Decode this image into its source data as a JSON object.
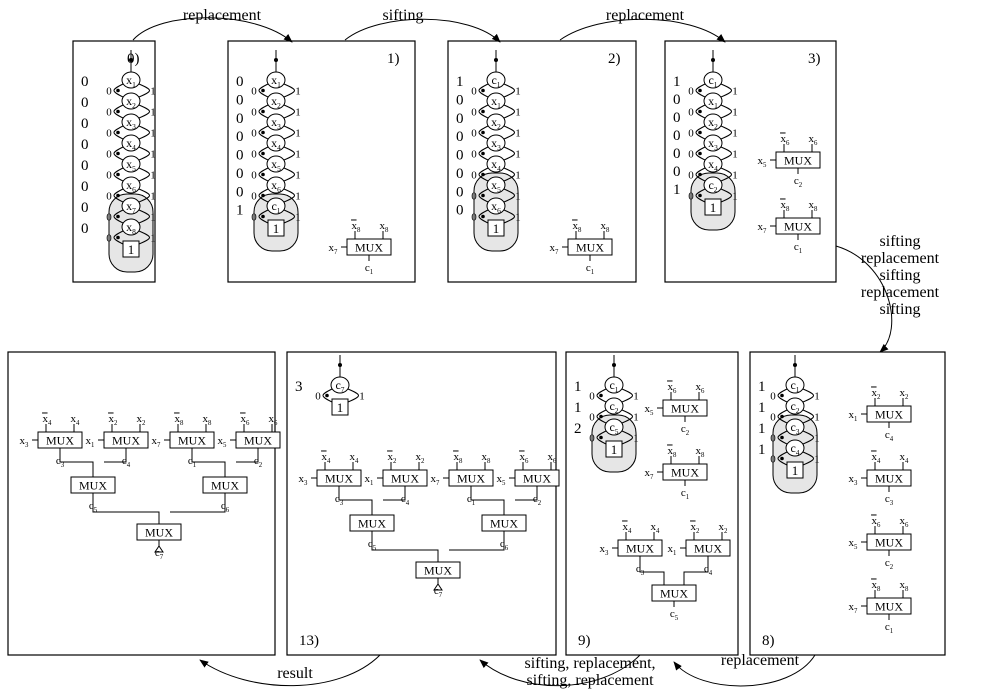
{
  "arrows": [
    {
      "label": "replacement"
    },
    {
      "label": "sifting"
    },
    {
      "label": "replacement"
    },
    {
      "label_lines": [
        "sifting",
        "replacement",
        "sifting",
        "replacement",
        "sifting"
      ]
    },
    {
      "label": "replacement"
    },
    {
      "label_lines": [
        "sifting, replacement,",
        "sifting, replacement"
      ]
    },
    {
      "label": "result"
    }
  ],
  "panels": [
    {
      "id": "0)",
      "levels": [
        "0",
        "0",
        "0",
        "0",
        "0",
        "0",
        "0",
        "0"
      ],
      "nodes": [
        "x1",
        "x2",
        "x3",
        "x4",
        "x5",
        "x6",
        "x7",
        "x8"
      ],
      "grouped": [
        6,
        7
      ],
      "muxes": []
    },
    {
      "id": "1)",
      "levels": [
        "0",
        "0",
        "0",
        "0",
        "0",
        "0",
        "0",
        "1"
      ],
      "nodes": [
        "x1",
        "x2",
        "x3",
        "x4",
        "x5",
        "x6",
        "c1"
      ],
      "grouped": [
        6
      ],
      "muxes": [
        {
          "a": "x̄8",
          "b": "x8",
          "sel": "x7",
          "out": "c1"
        }
      ]
    },
    {
      "id": "2)",
      "levels": [
        "1",
        "0",
        "0",
        "0",
        "0",
        "0",
        "0",
        "0"
      ],
      "nodes": [
        "c1",
        "x1",
        "x2",
        "x3",
        "x4",
        "x5",
        "x6"
      ],
      "grouped": [
        5,
        6
      ],
      "muxes": [
        {
          "a": "x̄8",
          "b": "x8",
          "sel": "x7",
          "out": "c1"
        }
      ]
    },
    {
      "id": "3)",
      "levels": [
        "1",
        "0",
        "0",
        "0",
        "0",
        "0",
        "1"
      ],
      "nodes": [
        "c1",
        "x1",
        "x2",
        "x3",
        "x4",
        "c2"
      ],
      "grouped": [
        5
      ],
      "muxes": [
        {
          "a": "x̄6",
          "b": "x6",
          "sel": "x5",
          "out": "c2"
        },
        {
          "a": "x̄8",
          "b": "x8",
          "sel": "x7",
          "out": "c1"
        }
      ]
    },
    {
      "id": "8)",
      "levels": [
        "1",
        "1",
        "1",
        "1"
      ],
      "nodes": [
        "c1",
        "c2",
        "c3",
        "c4"
      ],
      "grouped": [
        2,
        3
      ],
      "muxes": [
        {
          "a": "x̄2",
          "b": "x2",
          "sel": "x1",
          "out": "c4"
        },
        {
          "a": "x̄4",
          "b": "x4",
          "sel": "x3",
          "out": "c3"
        },
        {
          "a": "x̄6",
          "b": "x6",
          "sel": "x5",
          "out": "c2"
        },
        {
          "a": "x̄8",
          "b": "x8",
          "sel": "x7",
          "out": "c1"
        }
      ]
    },
    {
      "id": "9)",
      "levels": [
        "1",
        "1",
        "2"
      ],
      "nodes": [
        "c1",
        "c2",
        "c5"
      ],
      "grouped": [
        2
      ],
      "muxes": [
        {
          "a": "x̄6",
          "b": "x6",
          "sel": "x5",
          "out": "c2"
        },
        {
          "a": "x̄8",
          "b": "x8",
          "sel": "x7",
          "out": "c1"
        },
        {
          "a": "x̄4",
          "b": "x4",
          "sel": "x3",
          "out": "c3"
        },
        {
          "a": "x̄2",
          "b": "x2",
          "sel": "x1",
          "out": "c4"
        },
        {
          "out": "c5"
        }
      ]
    },
    {
      "id": "13)",
      "levels": [
        "3"
      ],
      "nodes": [
        "c7"
      ],
      "grouped": [],
      "muxes": [
        {
          "a": "x̄4",
          "b": "x4",
          "sel": "x3",
          "out": "c3"
        },
        {
          "a": "x̄2",
          "b": "x2",
          "sel": "x1",
          "out": "c4"
        },
        {
          "a": "x̄8",
          "b": "x8",
          "sel": "x7",
          "out": "c1"
        },
        {
          "a": "x̄6",
          "b": "x6",
          "sel": "x5",
          "out": "c2"
        },
        {
          "out": "c5"
        },
        {
          "out": "c6"
        },
        {
          "out": "c7"
        }
      ]
    },
    {
      "id": "",
      "levels": [],
      "nodes": [],
      "grouped": [],
      "muxes": [
        {
          "a": "x̄4",
          "b": "x4",
          "sel": "x3",
          "out": "c3"
        },
        {
          "a": "x̄2",
          "b": "x2",
          "sel": "x1",
          "out": "c4"
        },
        {
          "a": "x̄8",
          "b": "x8",
          "sel": "x7",
          "out": "c1"
        },
        {
          "a": "x̄6",
          "b": "x6",
          "sel": "x5",
          "out": "c2"
        },
        {
          "out": "c5"
        },
        {
          "out": "c6"
        },
        {
          "out": "c7"
        }
      ]
    }
  ],
  "labels": {
    "mux": "MUX",
    "terminal": "1",
    "edge_lo": "0",
    "edge_hi": "1"
  }
}
